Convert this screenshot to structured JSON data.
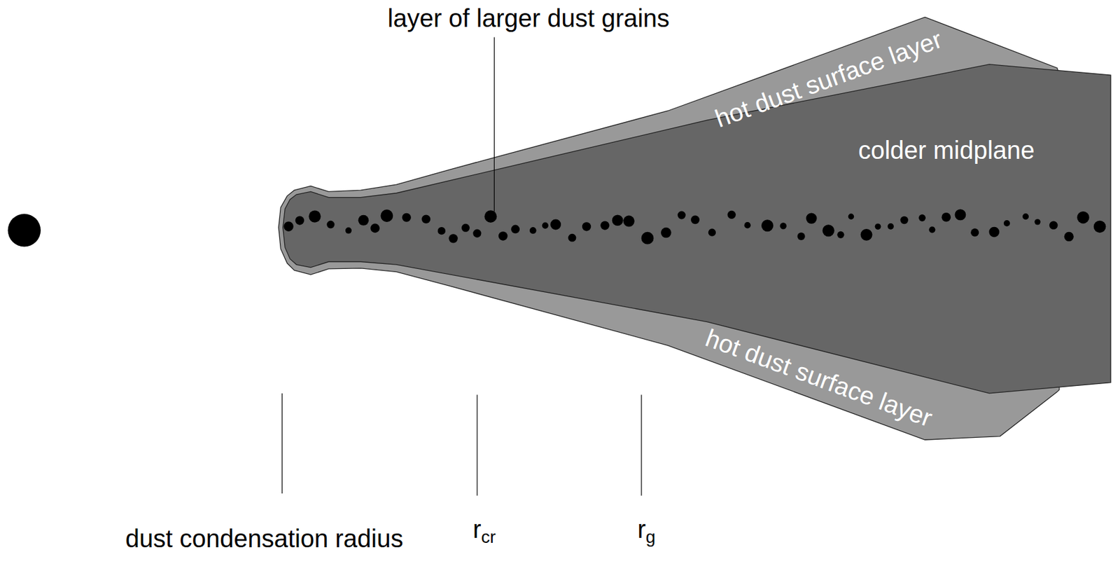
{
  "diagram": {
    "nodes": [
      {
        "text": [
          "hot dust surface layer"
        ]
      },
      {
        "text": [
          "colder midplane"
        ]
      },
      {
        "text": [
          "hot dust surface layer"
        ]
      }
    ],
    "labels": [
      "layer of larger dust grains",
      "dust condensation radius",
      "rcr",
      "rg"
    ]
  }
}
